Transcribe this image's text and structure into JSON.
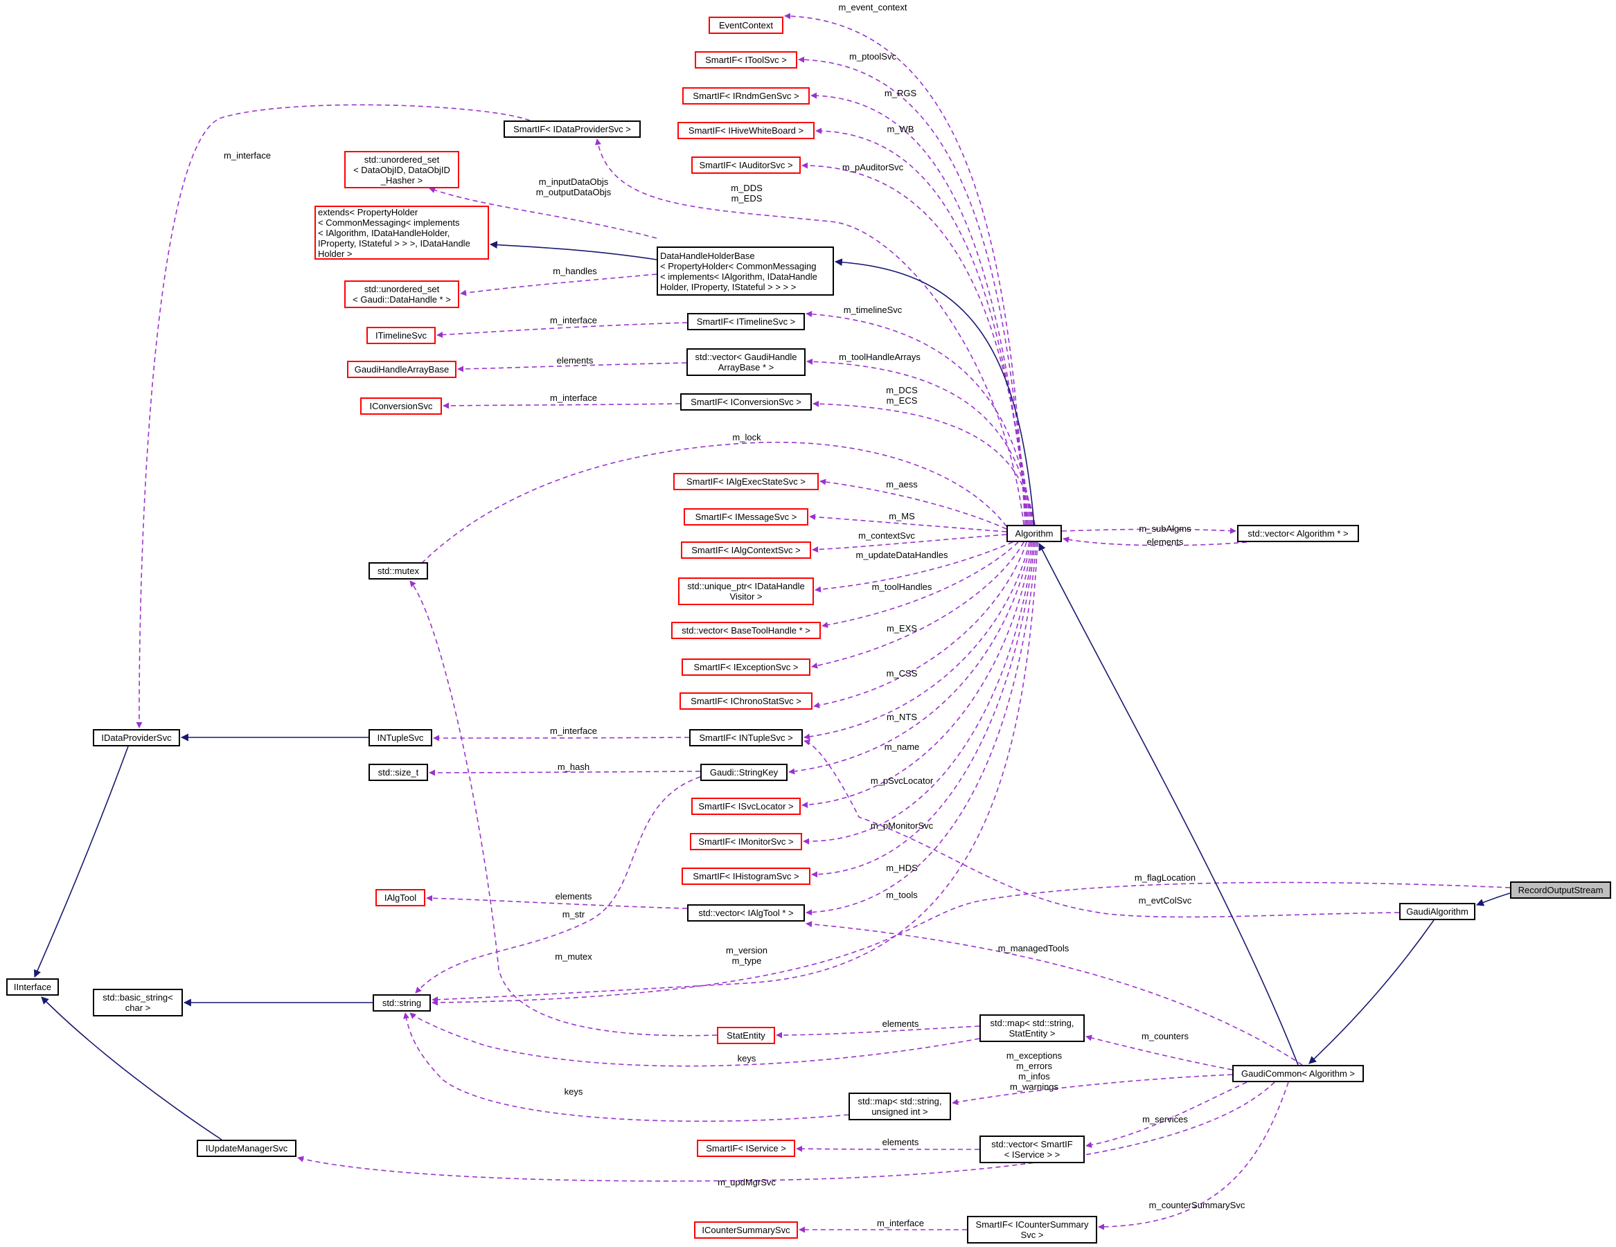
{
  "colors": {
    "dashed_edge": "#9a32cd",
    "solid_edge": "#191970",
    "box_border_documented": "#000000",
    "box_border_undocumented": "#ff0000",
    "current_class_fill": "#bfbfbf"
  },
  "nodes": {
    "EventContext": "EventContext",
    "SI_IToolSvc": "SmartIF< IToolSvc >",
    "SI_IRndmGenSvc": "SmartIF< IRndmGenSvc >",
    "SI_IHiveWhiteBoard": "SmartIF< IHiveWhiteBoard >",
    "SI_IAuditorSvc": "SmartIF< IAuditorSvc >",
    "SI_IDataProviderSvc": "SmartIF< IDataProviderSvc >",
    "us_DataObjID": "std::unordered_set\n< DataObjID, DataObjID\n_Hasher >",
    "extends": "extends< PropertyHolder\n< CommonMessaging< implements\n< IAlgorithm, IDataHandleHolder,\n IProperty, IStateful > > >, IDataHandle\nHolder >",
    "DHHB": "DataHandleHolderBase\n< PropertyHolder< CommonMessaging\n< implements< IAlgorithm, IDataHandle\nHolder, IProperty, IStateful > > > >",
    "us_DataHandle": "std::unordered_set\n< Gaudi::DataHandle * >",
    "ITimelineSvc": "ITimelineSvc",
    "SI_ITimelineSvc": "SmartIF< ITimelineSvc >",
    "GHAB": "GaudiHandleArrayBase",
    "vec_GHAB": "std::vector< GaudiHandle\nArrayBase * >",
    "IConversionSvc": "IConversionSvc",
    "SI_IConversionSvc": "SmartIF< IConversionSvc >",
    "SI_IAlgExecStateSvc": "SmartIF< IAlgExecStateSvc >",
    "SI_IMessageSvc": "SmartIF< IMessageSvc >",
    "SI_IAlgContextSvc": "SmartIF< IAlgContextSvc >",
    "std_mutex": "std::mutex",
    "up_IDHV": "std::unique_ptr< IDataHandle\nVisitor >",
    "vec_BTH": "std::vector< BaseToolHandle * >",
    "SI_IExceptionSvc": "SmartIF< IExceptionSvc >",
    "SI_IChronoStatSvc": "SmartIF< IChronoStatSvc >",
    "IDataProviderSvc": "IDataProviderSvc",
    "INTupleSvc": "INTupleSvc",
    "SI_INTupleSvc": "SmartIF< INTupleSvc >",
    "std_size_t": "std::size_t",
    "StringKey": "Gaudi::StringKey",
    "SI_ISvcLocator": "SmartIF< ISvcLocator >",
    "SI_IMonitorSvc": "SmartIF< IMonitorSvc >",
    "SI_IHistogramSvc": "SmartIF< IHistogramSvc >",
    "IAlgTool": "IAlgTool",
    "vec_IAlgTool": "std::vector< IAlgTool * >",
    "IInterface": "IInterface",
    "basic_string": "std::basic_string<\nchar >",
    "std_string": "std::string",
    "StatEntity": "StatEntity",
    "map_StatEntity": "std::map< std::string,\nStatEntity >",
    "map_uint": "std::map< std::string,\nunsigned int >",
    "SI_IService": "SmartIF< IService >",
    "vec_SI_IService": "std::vector< SmartIF\n< IService > >",
    "IUpdateManagerSvc": "IUpdateManagerSvc",
    "ICounterSummarySvc": "ICounterSummarySvc",
    "SI_ICounterSummarySvc": "SmartIF< ICounterSummary\nSvc >",
    "Algorithm": "Algorithm",
    "vec_Algorithm": "std::vector< Algorithm * >",
    "GaudiCommon": "GaudiCommon< Algorithm >",
    "GaudiAlgorithm": "GaudiAlgorithm",
    "RecordOutputStream": "RecordOutputStream"
  },
  "edge_labels": {
    "m_event_context": "m_event_context",
    "m_ptoolSvc": "m_ptoolSvc",
    "m_RGS": "m_RGS",
    "m_WB": "m_WB",
    "m_pAuditorSvc": "m_pAuditorSvc",
    "m_DDS_EDS": "m_DDS\nm_EDS",
    "m_interface_IDPS": "m_interface",
    "m_input_output": "m_inputDataObjs\nm_outputDataObjs",
    "m_handles": "m_handles",
    "m_interface_ITimeline": "m_interface",
    "m_timelineSvc": "m_timelineSvc",
    "elements_GHAB": "elements",
    "m_toolHandleArrays": "m_toolHandleArrays",
    "m_interface_IConv": "m_interface",
    "m_DCS_ECS": "m_DCS\nm_ECS",
    "m_lock": "m_lock",
    "m_aess": "m_aess",
    "m_MS": "m_MS",
    "m_contextSvc": "m_contextSvc",
    "m_updateDataHandles": "m_updateDataHandles",
    "m_toolHandles": "m_toolHandles",
    "m_EXS": "m_EXS",
    "m_CSS": "m_CSS",
    "m_NTS": "m_NTS",
    "m_interface_INTuple": "m_interface",
    "m_name": "m_name",
    "m_hash": "m_hash",
    "m_pSvcLocator": "m_pSvcLocator",
    "m_pMonitorSvc": "m_pMonitorSvc",
    "m_HDS": "m_HDS",
    "m_tools": "m_tools",
    "elements_IAlgTool": "elements",
    "m_str": "m_str",
    "m_flagLocation": "m_flagLocation",
    "m_evtColSvc": "m_evtColSvc",
    "m_managedTools": "m_managedTools",
    "m_version_type": "m_version\nm_type",
    "m_mutex": "m_mutex",
    "elements_StatEntity": "elements",
    "m_counters": "m_counters",
    "keys_map_stat": "keys",
    "m_exc_err_inf_warn": "m_exceptions\nm_errors\nm_infos\nm_warnings",
    "keys_map_uint": "keys",
    "m_services": "m_services",
    "elements_ISvc": "elements",
    "m_updMgrSvc": "m_updMgrSvc",
    "m_counterSummarySvc": "m_counterSummarySvc",
    "m_interface_ICSS": "m_interface",
    "m_subAlgms": "m_subAlgms",
    "elements_Alg": "elements"
  }
}
